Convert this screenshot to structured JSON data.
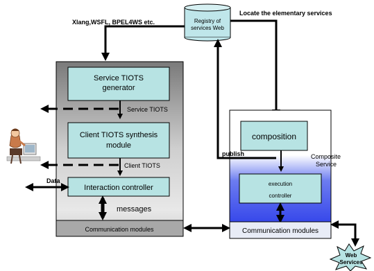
{
  "top_labels": {
    "languages": "Xlang,WSFL, BPEL4WS etc.",
    "locate": "Locate  the elementary services"
  },
  "registry": {
    "line1": "Registry of",
    "line2": "services Web"
  },
  "left_system": {
    "generator_line1": "Service TIOTS",
    "generator_line2": "generator",
    "service_tiots": "Service TIOTS",
    "synthesis_line1": "Client TIOTS synthesis",
    "synthesis_line2": "module",
    "client_tiots": "Client TIOTS",
    "data": "Data",
    "interaction_controller": "Interaction controller",
    "messages": "messages",
    "communication_modules": "Communication modules"
  },
  "right_system": {
    "composition": "composition",
    "publish": "publish",
    "composite_line1": "Composite",
    "composite_line2": "Service",
    "execution_line1": "execution",
    "execution_line2": "controller",
    "communication_modules": "Communication modules"
  },
  "web_services": {
    "line1": "Web",
    "line2": "Services"
  },
  "colors": {
    "left_panel": "#8f8f8f",
    "module_fill": "#b7e3e3",
    "right_panel_top": "#ffffff",
    "right_panel_bottom": "#3344ee",
    "registry_fill": "#bfe6ea",
    "comm_bar": "#a8a8a8"
  }
}
